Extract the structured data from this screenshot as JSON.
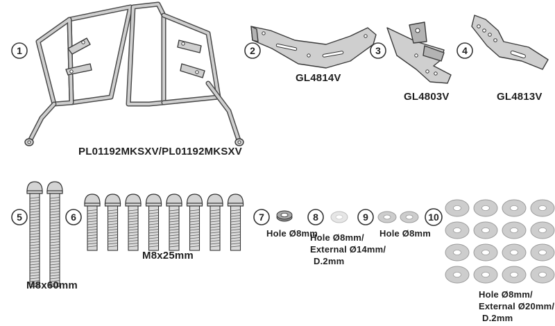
{
  "parts": [
    {
      "number": "1",
      "code": "PL01192MKSXV/PL01192MKSXV"
    },
    {
      "number": "2",
      "code": "GL4814V"
    },
    {
      "number": "3",
      "code": "GL4803V"
    },
    {
      "number": "4",
      "code": "GL4813V"
    }
  ],
  "hardware": [
    {
      "number": "5",
      "lines": [
        "M8x60mm"
      ],
      "quantity": 2
    },
    {
      "number": "6",
      "lines": [
        "M8x25mm"
      ],
      "quantity": 8
    },
    {
      "number": "7",
      "lines": [
        "Hole Ø8mm"
      ],
      "quantity": 1
    },
    {
      "number": "8",
      "lines": [
        "Hole Ø8mm/",
        "External Ø14mm/",
        "D.2mm"
      ],
      "quantity": 1
    },
    {
      "number": "9",
      "lines": [
        "Hole Ø8mm"
      ],
      "quantity": 2
    },
    {
      "number": "10",
      "lines": [
        "Hole Ø8mm/",
        "External Ø20mm/",
        "D.2mm"
      ],
      "quantity": 16
    }
  ]
}
